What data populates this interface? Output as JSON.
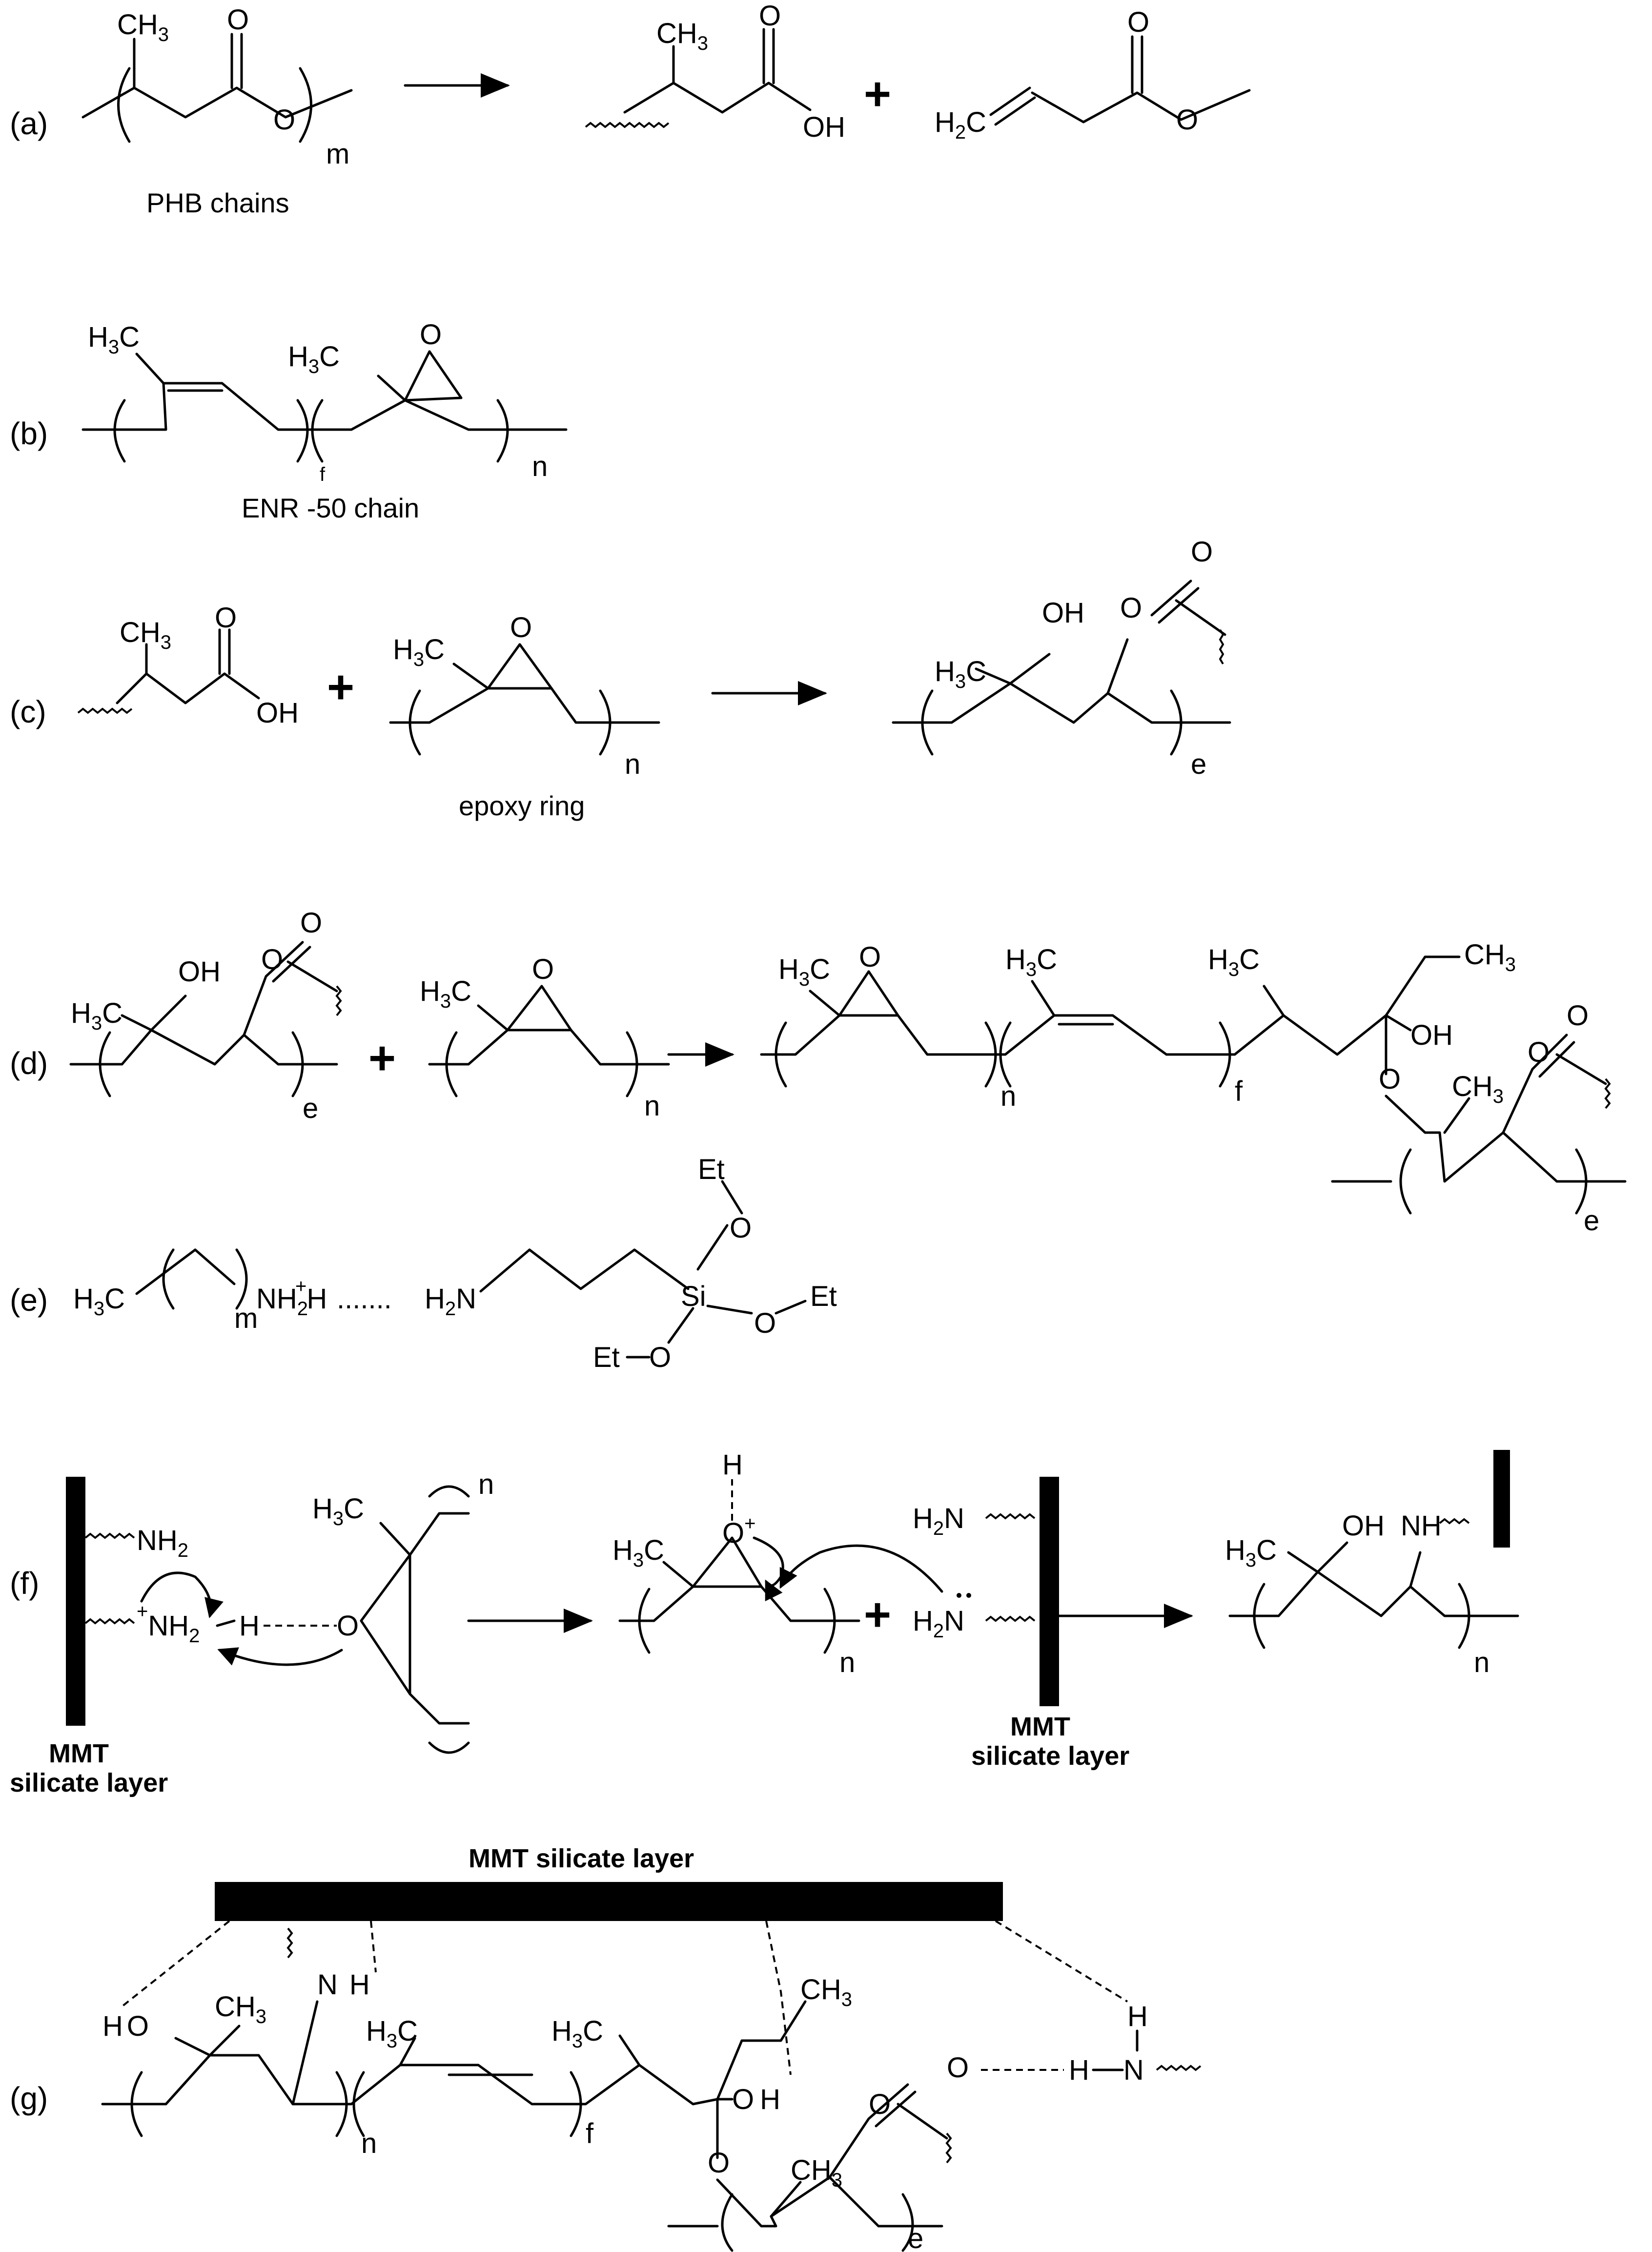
{
  "panels": {
    "a": "(a)",
    "b": "(b)",
    "c": "(c)",
    "d": "(d)",
    "e": "(e)",
    "f": "(f)",
    "g": "(g)"
  },
  "captions": {
    "phb_chains": "PHB chains",
    "enr_chain": "ENR -50 chain",
    "epoxy_ring": "epoxy ring",
    "mmt_line1": "MMT",
    "mmt_line2": "silicate layer",
    "mmt_silicate_layer": "MMT silicate layer"
  },
  "atoms": {
    "ch3": "CH",
    "h3c": "H",
    "three": "3",
    "o": "O",
    "oh": "OH",
    "h2c": "H",
    "two": "2",
    "c": "C",
    "et": "Et",
    "si": "Si",
    "nh": "NH",
    "nh2": "NH",
    "h2n": "H",
    "n": "N",
    "h": "H",
    "plus_charge": "+"
  },
  "subscripts": {
    "m": "m",
    "n": "n",
    "f": "f",
    "e": "e"
  },
  "symbols": {
    "plus": "+",
    "hbond_dots": "......."
  }
}
